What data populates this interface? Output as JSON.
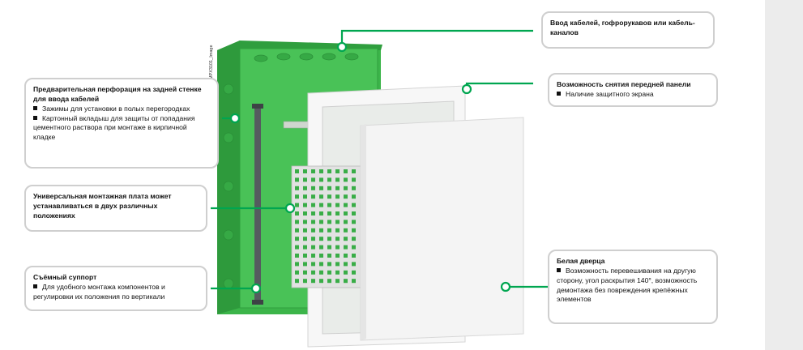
{
  "image_code": "MPX3101_Image",
  "colors": {
    "leader": "#00a650",
    "enclosure": "#3cb54a",
    "box_border": "#cfcfcf",
    "door": "#f4f4f4"
  },
  "callouts": {
    "cable_entry": {
      "title": "Ввод кабелей, гофрорукавов или кабель-каналов"
    },
    "front_panel": {
      "title": "Возможность снятия передней панели",
      "items": [
        "Наличие защитного экрана"
      ]
    },
    "perforation": {
      "title": "Предварительная перфорация на задней стенке для ввода кабелей",
      "items": [
        "Зажимы для установки в полых перегородках",
        "Картонный вкладыш для защиты от попадания цементного раствора при монтаже в кирпичной кладке"
      ]
    },
    "mounting_plate": {
      "title": "Универсальная монтажная плата может устанавливаться в двух различных положениях"
    },
    "support": {
      "title": "Съёмный суппорт",
      "items": [
        "Для удобного монтажа компонентов и регулировки их положения по вертикали"
      ]
    },
    "door": {
      "title": "Белая дверца",
      "items": [
        "Возможность перевешивания на другую сторону, угол раскрытия 140°, возможность демонтажа без повреждения крепёжных элементов"
      ]
    }
  }
}
